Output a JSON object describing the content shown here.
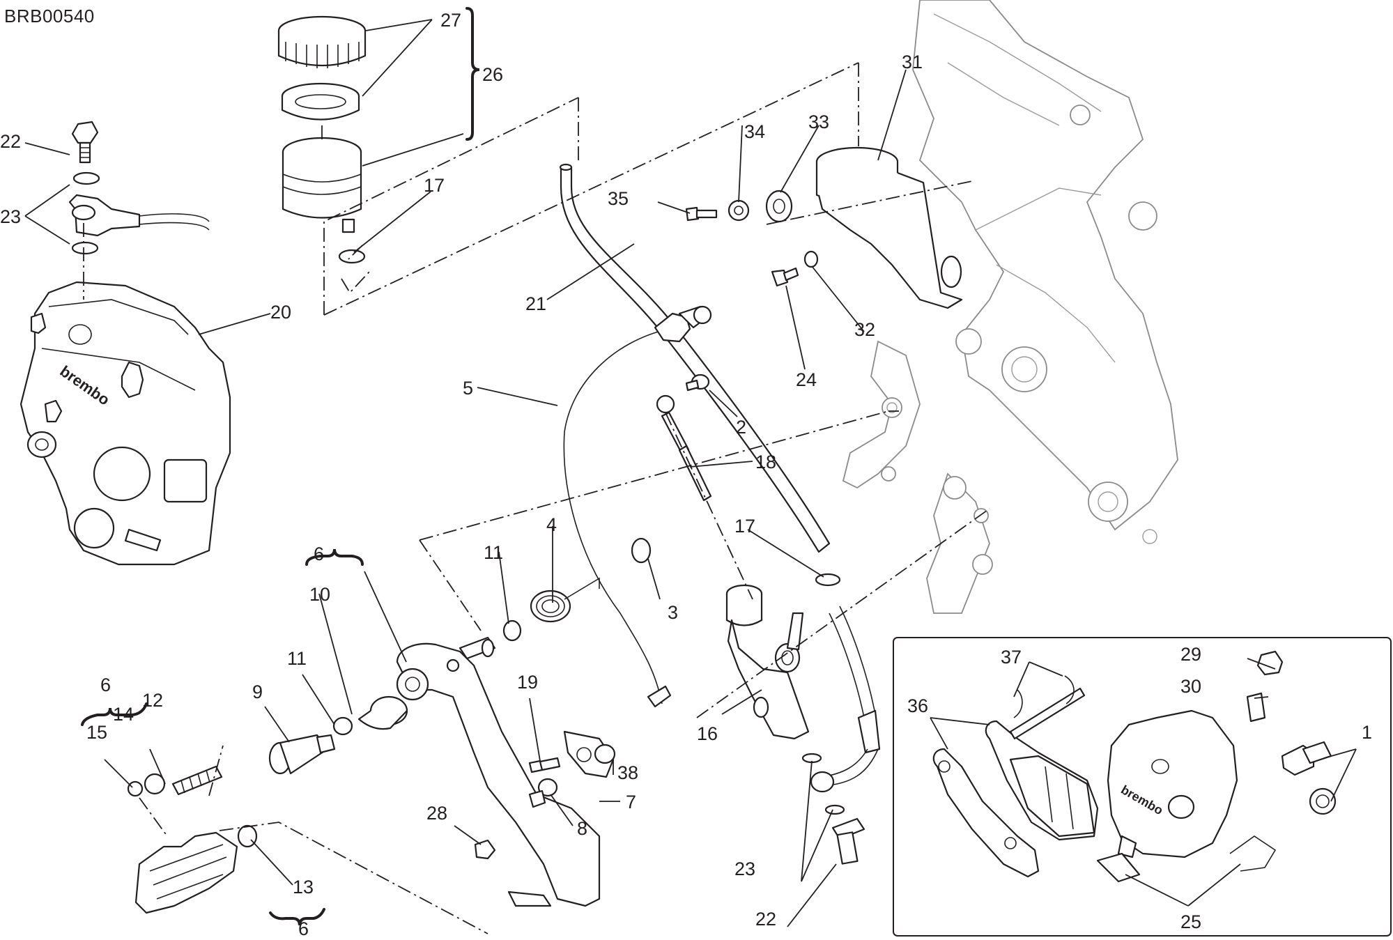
{
  "diagram": {
    "reference_code": "BRB00540",
    "callouts": {
      "c1": "1",
      "c2": "2",
      "c3": "3",
      "c4": "4",
      "c5": "5",
      "c6a": "6",
      "c6b": "6",
      "c6c": "6",
      "c7": "7",
      "c8": "8",
      "c9": "9",
      "c10": "10",
      "c11a": "11",
      "c11b": "11",
      "c12": "12",
      "c13": "13",
      "c14": "14",
      "c15": "15",
      "c16": "16",
      "c17a": "17",
      "c17b": "17",
      "c18": "18",
      "c19": "19",
      "c20": "20",
      "c21": "21",
      "c22a": "22",
      "c22b": "22",
      "c23a": "23",
      "c23b": "23",
      "c24": "24",
      "c25": "25",
      "c26": "26",
      "c27": "27",
      "c28": "28",
      "c29": "29",
      "c30": "30",
      "c31": "31",
      "c32": "32",
      "c33": "33",
      "c34": "34",
      "c35": "35",
      "c36": "36",
      "c37": "37",
      "c38": "38"
    },
    "caliper_brand_main": "brembo",
    "caliper_brand_inset": "brembo"
  }
}
